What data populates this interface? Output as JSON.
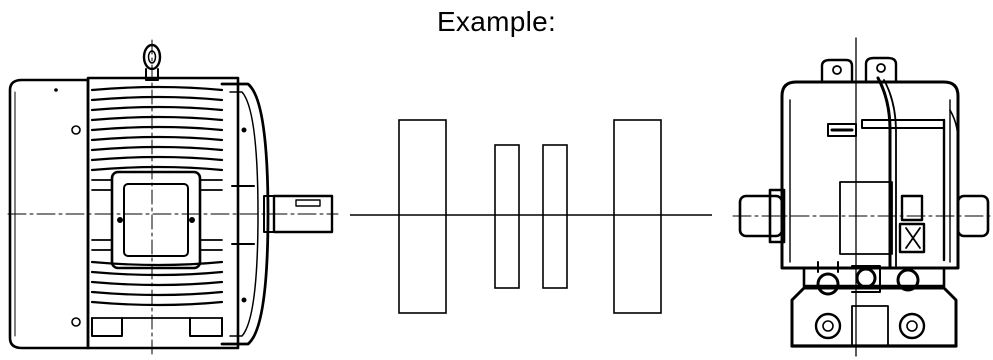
{
  "title": "Example:",
  "figures": {
    "left": "electric-motor-drawing",
    "middle": "shaft-alignment-schematic",
    "right": "driven-machine-drawing"
  },
  "colors": {
    "ink": "#000000",
    "paper": "#ffffff"
  }
}
